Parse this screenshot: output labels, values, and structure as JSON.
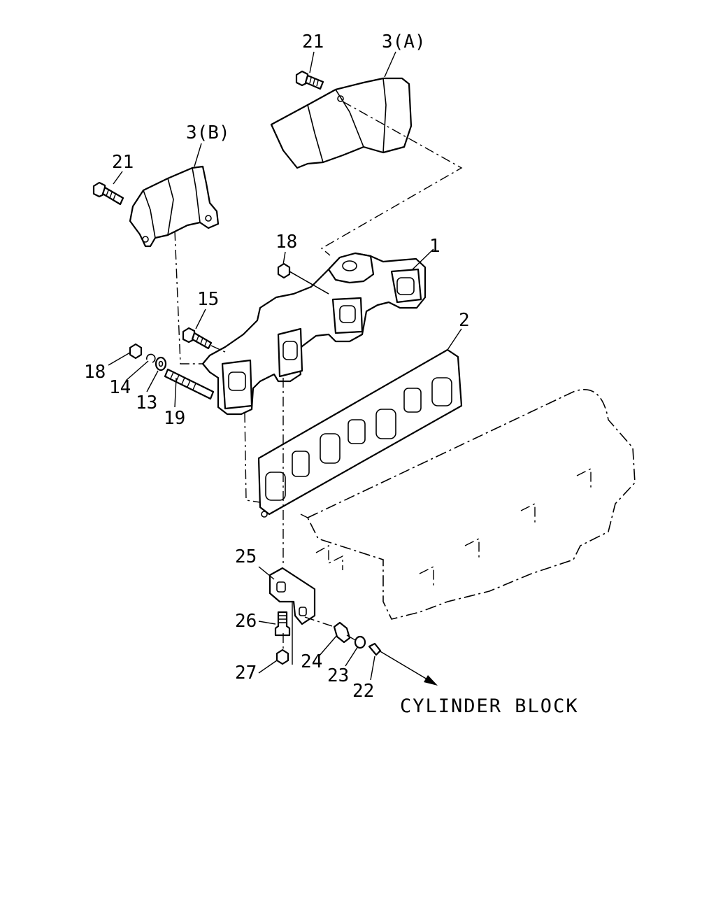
{
  "labels": {
    "p21_top": "21",
    "p3a": "3(A)",
    "p3b": "3(B)",
    "p21_left": "21",
    "p18_top": "18",
    "p1": "1",
    "p15": "15",
    "p2": "2",
    "p18_left": "18",
    "p14": "14",
    "p13": "13",
    "p19": "19",
    "p25": "25",
    "p26": "26",
    "p27": "27",
    "p24": "24",
    "p23": "23",
    "p22": "22"
  },
  "caption": "CYLINDER BLOCK"
}
